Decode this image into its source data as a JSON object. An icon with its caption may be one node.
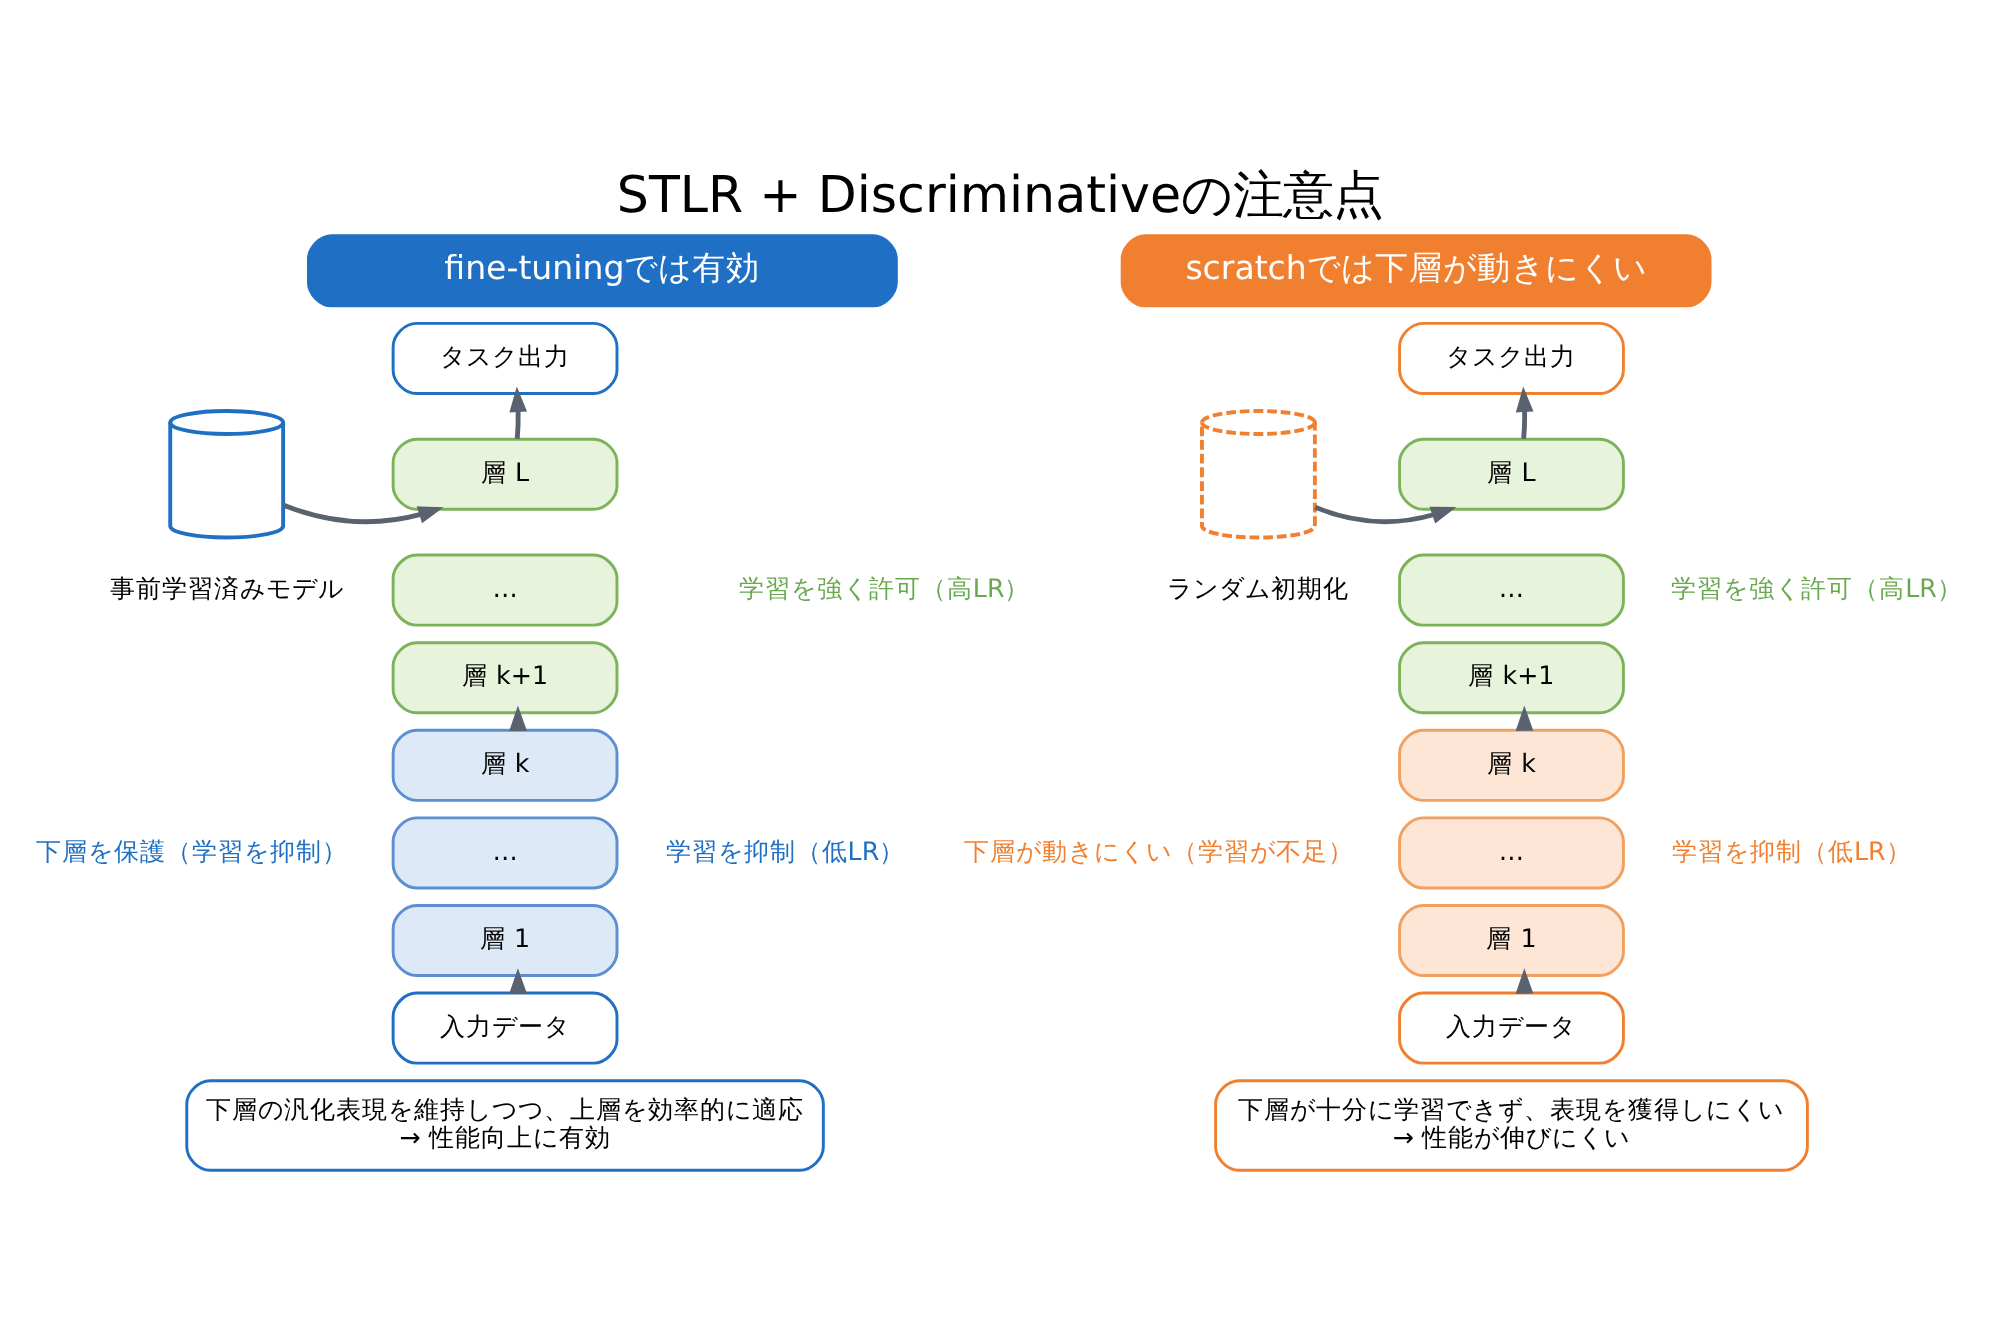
{
  "diagram": {
    "title": "STLR + Discriminativeの注意点",
    "nodes": [
      {
        "text": [
          "fine-tuningでは有効"
        ]
      },
      {
        "text": [],
        "shape": "cylinder",
        "beside": [
          "事前学習済みモデル"
        ]
      },
      {
        "text": [
          "タスク出力"
        ]
      },
      {
        "text": [
          "層 L"
        ]
      },
      {
        "text": [
          "…"
        ]
      },
      {
        "text": [
          "層 k+1"
        ]
      },
      {
        "text": [
          "層 k"
        ]
      },
      {
        "text": [
          "…"
        ]
      },
      {
        "text": [
          "層 1"
        ]
      },
      {
        "text": [
          "入力データ"
        ]
      },
      {
        "text": [
          "下層の汎化表現を維持しつつ、上層を効率的に適応",
          "→ 性能向上に有効"
        ]
      },
      {
        "text": [
          "scratchでは下層が動きにくい"
        ]
      },
      {
        "text": [],
        "shape": "cylinder",
        "beside": [
          "ランダム初期化"
        ]
      },
      {
        "text": [
          "タスク出力"
        ]
      },
      {
        "text": [
          "層 L"
        ]
      },
      {
        "text": [
          "…"
        ]
      },
      {
        "text": [
          "層 k+1"
        ]
      },
      {
        "text": [
          "層 k"
        ]
      },
      {
        "text": [
          "…"
        ]
      },
      {
        "text": [
          "層 1"
        ]
      },
      {
        "text": [
          "入力データ"
        ]
      },
      {
        "text": [
          "下層が十分に学習できず、表現を獲得しにくい",
          "→ 性能が伸びにくい"
        ]
      }
    ],
    "edges": [
      {
        "from": 1,
        "to": 3,
        "arrow": "to"
      },
      {
        "from": 3,
        "to": 2,
        "arrow": "to"
      },
      {
        "from": 6,
        "to": 5,
        "arrow": "to"
      },
      {
        "from": 9,
        "to": 8,
        "arrow": "to"
      },
      {
        "from": 12,
        "to": 14,
        "arrow": "to"
      },
      {
        "from": 14,
        "to": 13,
        "arrow": "to"
      },
      {
        "from": 17,
        "to": 16,
        "arrow": "to"
      },
      {
        "from": 20,
        "to": 19,
        "arrow": "to"
      }
    ],
    "labels": [
      "学習を強く許可（高LR）",
      "下層を保護（学習を抑制）",
      "学習を抑制（低LR）",
      "学習を強く許可（高LR）",
      "下層が動きにくい（学習が不足）",
      "学習を抑制（低LR）"
    ]
  }
}
